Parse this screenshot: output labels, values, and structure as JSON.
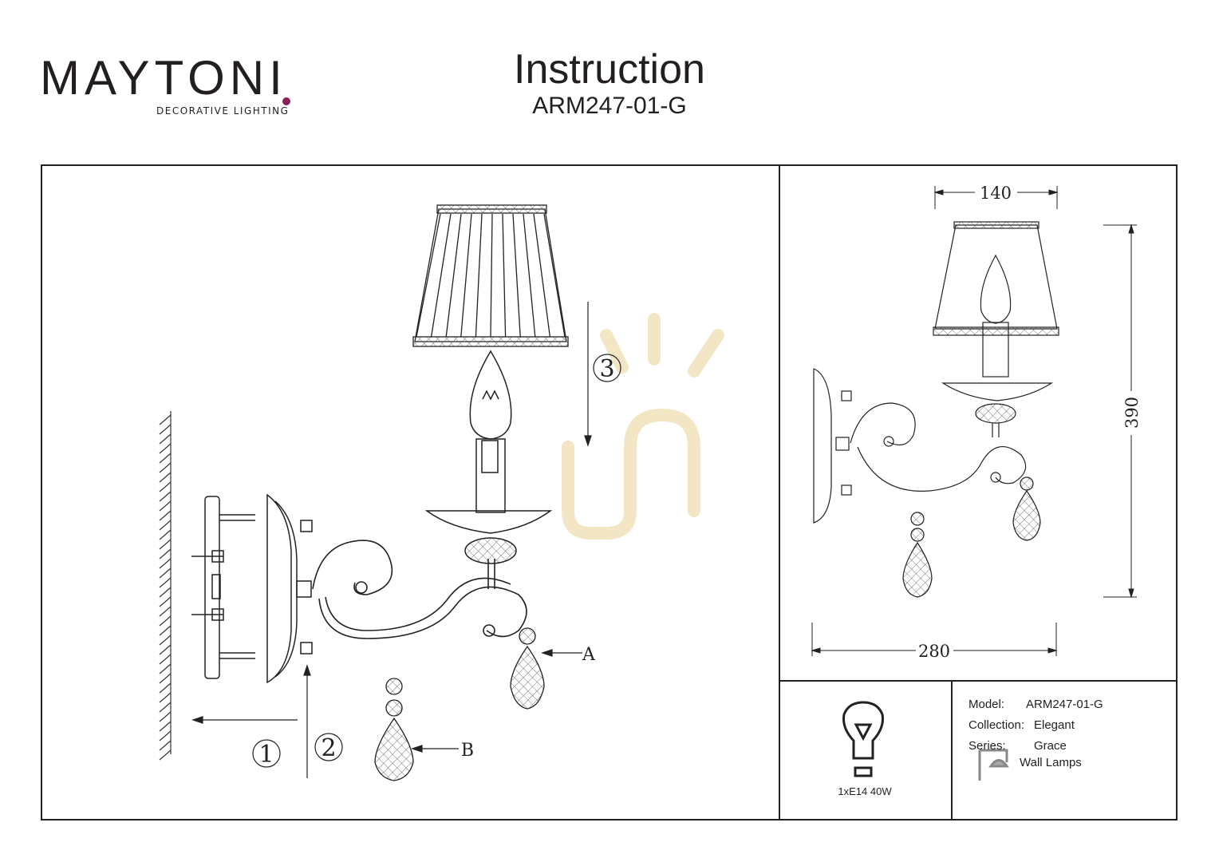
{
  "brand": {
    "name": "MAYTONI",
    "tagline": "DECORATIVE LIGHTING"
  },
  "header": {
    "title": "Instruction",
    "model": "ARM247-01-G"
  },
  "assembly": {
    "steps": [
      "1",
      "2",
      "3"
    ],
    "parts": [
      "A",
      "B"
    ]
  },
  "dimensions": {
    "width_label": "140",
    "height_label": "390",
    "depth_label": "280"
  },
  "specs": {
    "model_label": "Model:",
    "model_value": "ARM247-01-G",
    "collection_label": "Collection:",
    "collection_value": "Elegant",
    "series_label": "Series:",
    "series_value": "Grace",
    "type_value": "Wall Lamps"
  },
  "power": {
    "label": "1xE14 40W"
  }
}
